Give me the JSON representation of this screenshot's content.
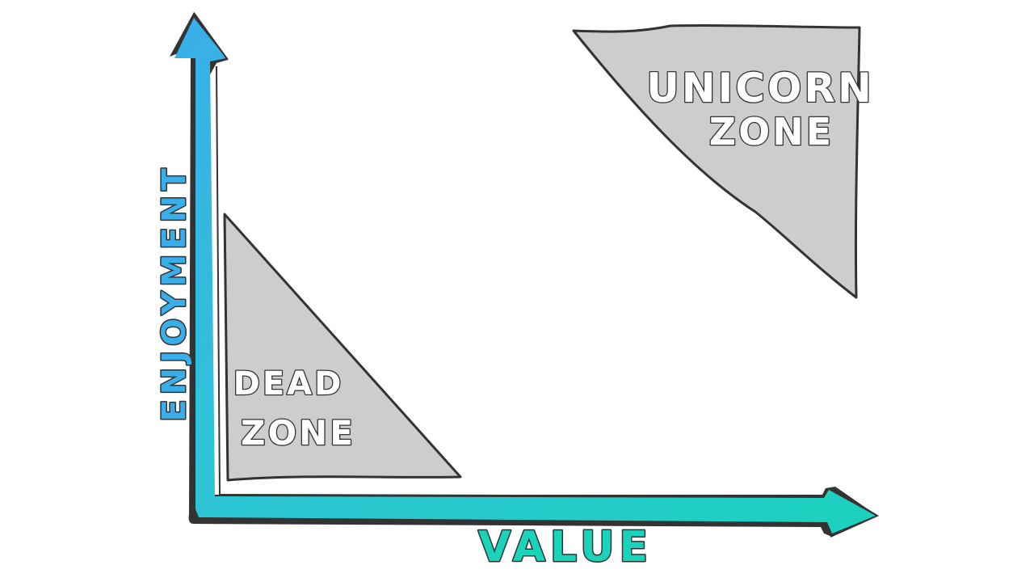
{
  "diagram": {
    "type": "quadrant-sketch",
    "y_axis": {
      "label": "ENJOYMENT",
      "color": "#3aaee8"
    },
    "x_axis": {
      "label": "VALUE",
      "color": "#1ad3bb"
    },
    "zones": [
      {
        "id": "dead",
        "line1": "DEAD",
        "line2": "ZONE",
        "position": "bottom-left",
        "fill": "#cdcdcf"
      },
      {
        "id": "unicorn",
        "line1": "UNICORN",
        "line2": "ZONE",
        "position": "top-right",
        "fill": "#cdcdcf"
      }
    ],
    "colors": {
      "outline": "#333333",
      "zone_fill": "#cdcdcf",
      "text_fill": "#ffffff",
      "background": "#ffffff"
    }
  }
}
